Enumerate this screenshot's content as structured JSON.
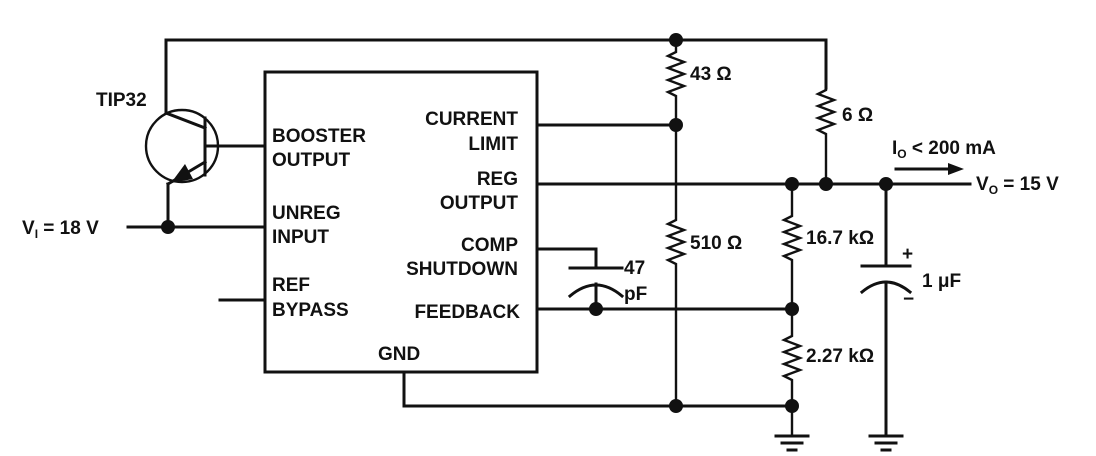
{
  "transistor": {
    "name": "TIP32"
  },
  "ic": {
    "left_pins": [
      "BOOSTER",
      "OUTPUT",
      "UNREG",
      "INPUT",
      "REF",
      "BYPASS"
    ],
    "right_pins": [
      "CURRENT",
      "LIMIT",
      "REG",
      "OUTPUT",
      "COMP",
      "SHUTDOWN",
      "FEEDBACK"
    ],
    "bottom_pin": "GND"
  },
  "input": {
    "prefix": "V",
    "sub": "I",
    "value": " = 18 V"
  },
  "output": {
    "prefix": "V",
    "sub": "O",
    "value": " = 15 V"
  },
  "current": {
    "prefix": "I",
    "sub": "O",
    "value": " < 200 mA"
  },
  "components": {
    "r_43": "43 Ω",
    "r_510": "510 Ω",
    "r_6": "6 Ω",
    "r_16k7": "16.7 kΩ",
    "r_2k27": "2.27 kΩ",
    "c_47_val": "47",
    "c_47_unit": "pF",
    "c_1u": "1 μF",
    "c_1u_plus": "+",
    "c_1u_minus": "−"
  }
}
